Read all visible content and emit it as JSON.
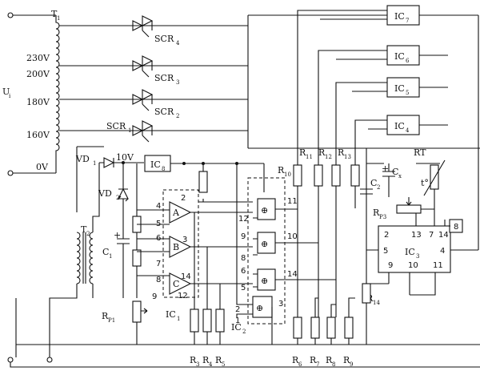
{
  "labels": {
    "ui": "U",
    "ui_sub": "i",
    "t1": "T",
    "t1_sub": "1",
    "t2": "T",
    "t2_sub": "2",
    "v230": "230V",
    "v200": "200V",
    "v180": "180V",
    "v160": "160V",
    "v0": "0V",
    "v10": "10V",
    "vd1": "VD",
    "vd1_sub": "1",
    "vd2": "VD",
    "vd2_sub": "2",
    "c1": "C",
    "c1_sub": "1",
    "c2": "C",
    "c2_sub": "2",
    "cx": "C",
    "cx_sub": "x",
    "rt": "RT",
    "rt_t": "t°",
    "rp1": "R",
    "rp1_sub": "P1",
    "rp3": "R",
    "rp3_sub": "P3",
    "scr4": "SCR",
    "scr4_sub": "4",
    "scr3": "SCR",
    "scr3_sub": "3",
    "scr2": "SCR",
    "scr2_sub": "2",
    "scr1": "SCR",
    "scr1_sub": "1",
    "ic7": "IC",
    "ic7_sub": "7",
    "ic6": "IC",
    "ic6_sub": "6",
    "ic5": "IC",
    "ic5_sub": "5",
    "ic4": "IC",
    "ic4_sub": "4",
    "ic8": "IC",
    "ic8_sub": "8",
    "ic1": "IC",
    "ic1_sub": "1",
    "ic2": "IC",
    "ic2_sub": "2",
    "ic3": "IC",
    "ic3_sub": "3",
    "r10": "R",
    "r10_sub": "10",
    "r11": "R",
    "r11_sub": "11",
    "r12": "R",
    "r12_sub": "12",
    "r13": "R",
    "r13_sub": "13",
    "r14": "R",
    "r14_sub": "14",
    "r3": "R",
    "r3_sub": "3",
    "r4": "R",
    "r4_sub": "4",
    "r5": "R",
    "r5_sub": "5",
    "r6": "R",
    "r6_sub": "6",
    "r7": "R",
    "r7_sub": "7",
    "r8": "R",
    "r8_sub": "8",
    "r9": "R",
    "r9_sub": "9",
    "op_a": "A",
    "op_b": "B",
    "op_c": "C",
    "plus": "+",
    "oplus": "⊕"
  },
  "pins": {
    "p2": "2",
    "p4": "4",
    "p5": "5",
    "p6": "6",
    "p3": "3",
    "p7": "7",
    "p8": "8",
    "p14": "14",
    "p12": "12",
    "p9": "9",
    "ic2_11": "11",
    "ic2_12": "12",
    "ic2_9": "9",
    "ic2_10": "10",
    "ic2_8": "8",
    "ic2_6": "6",
    "ic2_14": "14",
    "ic2_5": "5",
    "ic2_2": "2",
    "ic2_3": "3",
    "ic2_1": "1",
    "ic3_2": "2",
    "ic3_13": "13",
    "ic3_7": "7",
    "ic3_14": "14",
    "ic3_5": "5",
    "ic3_4": "4",
    "ic3_9": "9",
    "ic3_10": "10",
    "ic3_11": "11",
    "ic3_8": "8"
  }
}
